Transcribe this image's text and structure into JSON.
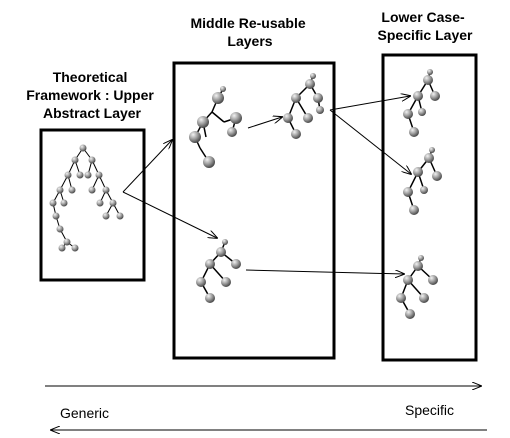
{
  "layers": {
    "upper": {
      "title_lines": [
        "Theoretical",
        "Framework : Upper",
        "Abstract Layer"
      ]
    },
    "middle": {
      "title_lines": [
        "Middle Re-usable",
        "Layers"
      ]
    },
    "lower": {
      "title_lines": [
        "Lower Case-",
        "Specific Layer"
      ]
    }
  },
  "axis": {
    "left_label": "Generic",
    "right_label": "Specific"
  },
  "colors": {
    "node_light": "#eeeeee",
    "node_dark": "#555555",
    "line": "#000000"
  }
}
